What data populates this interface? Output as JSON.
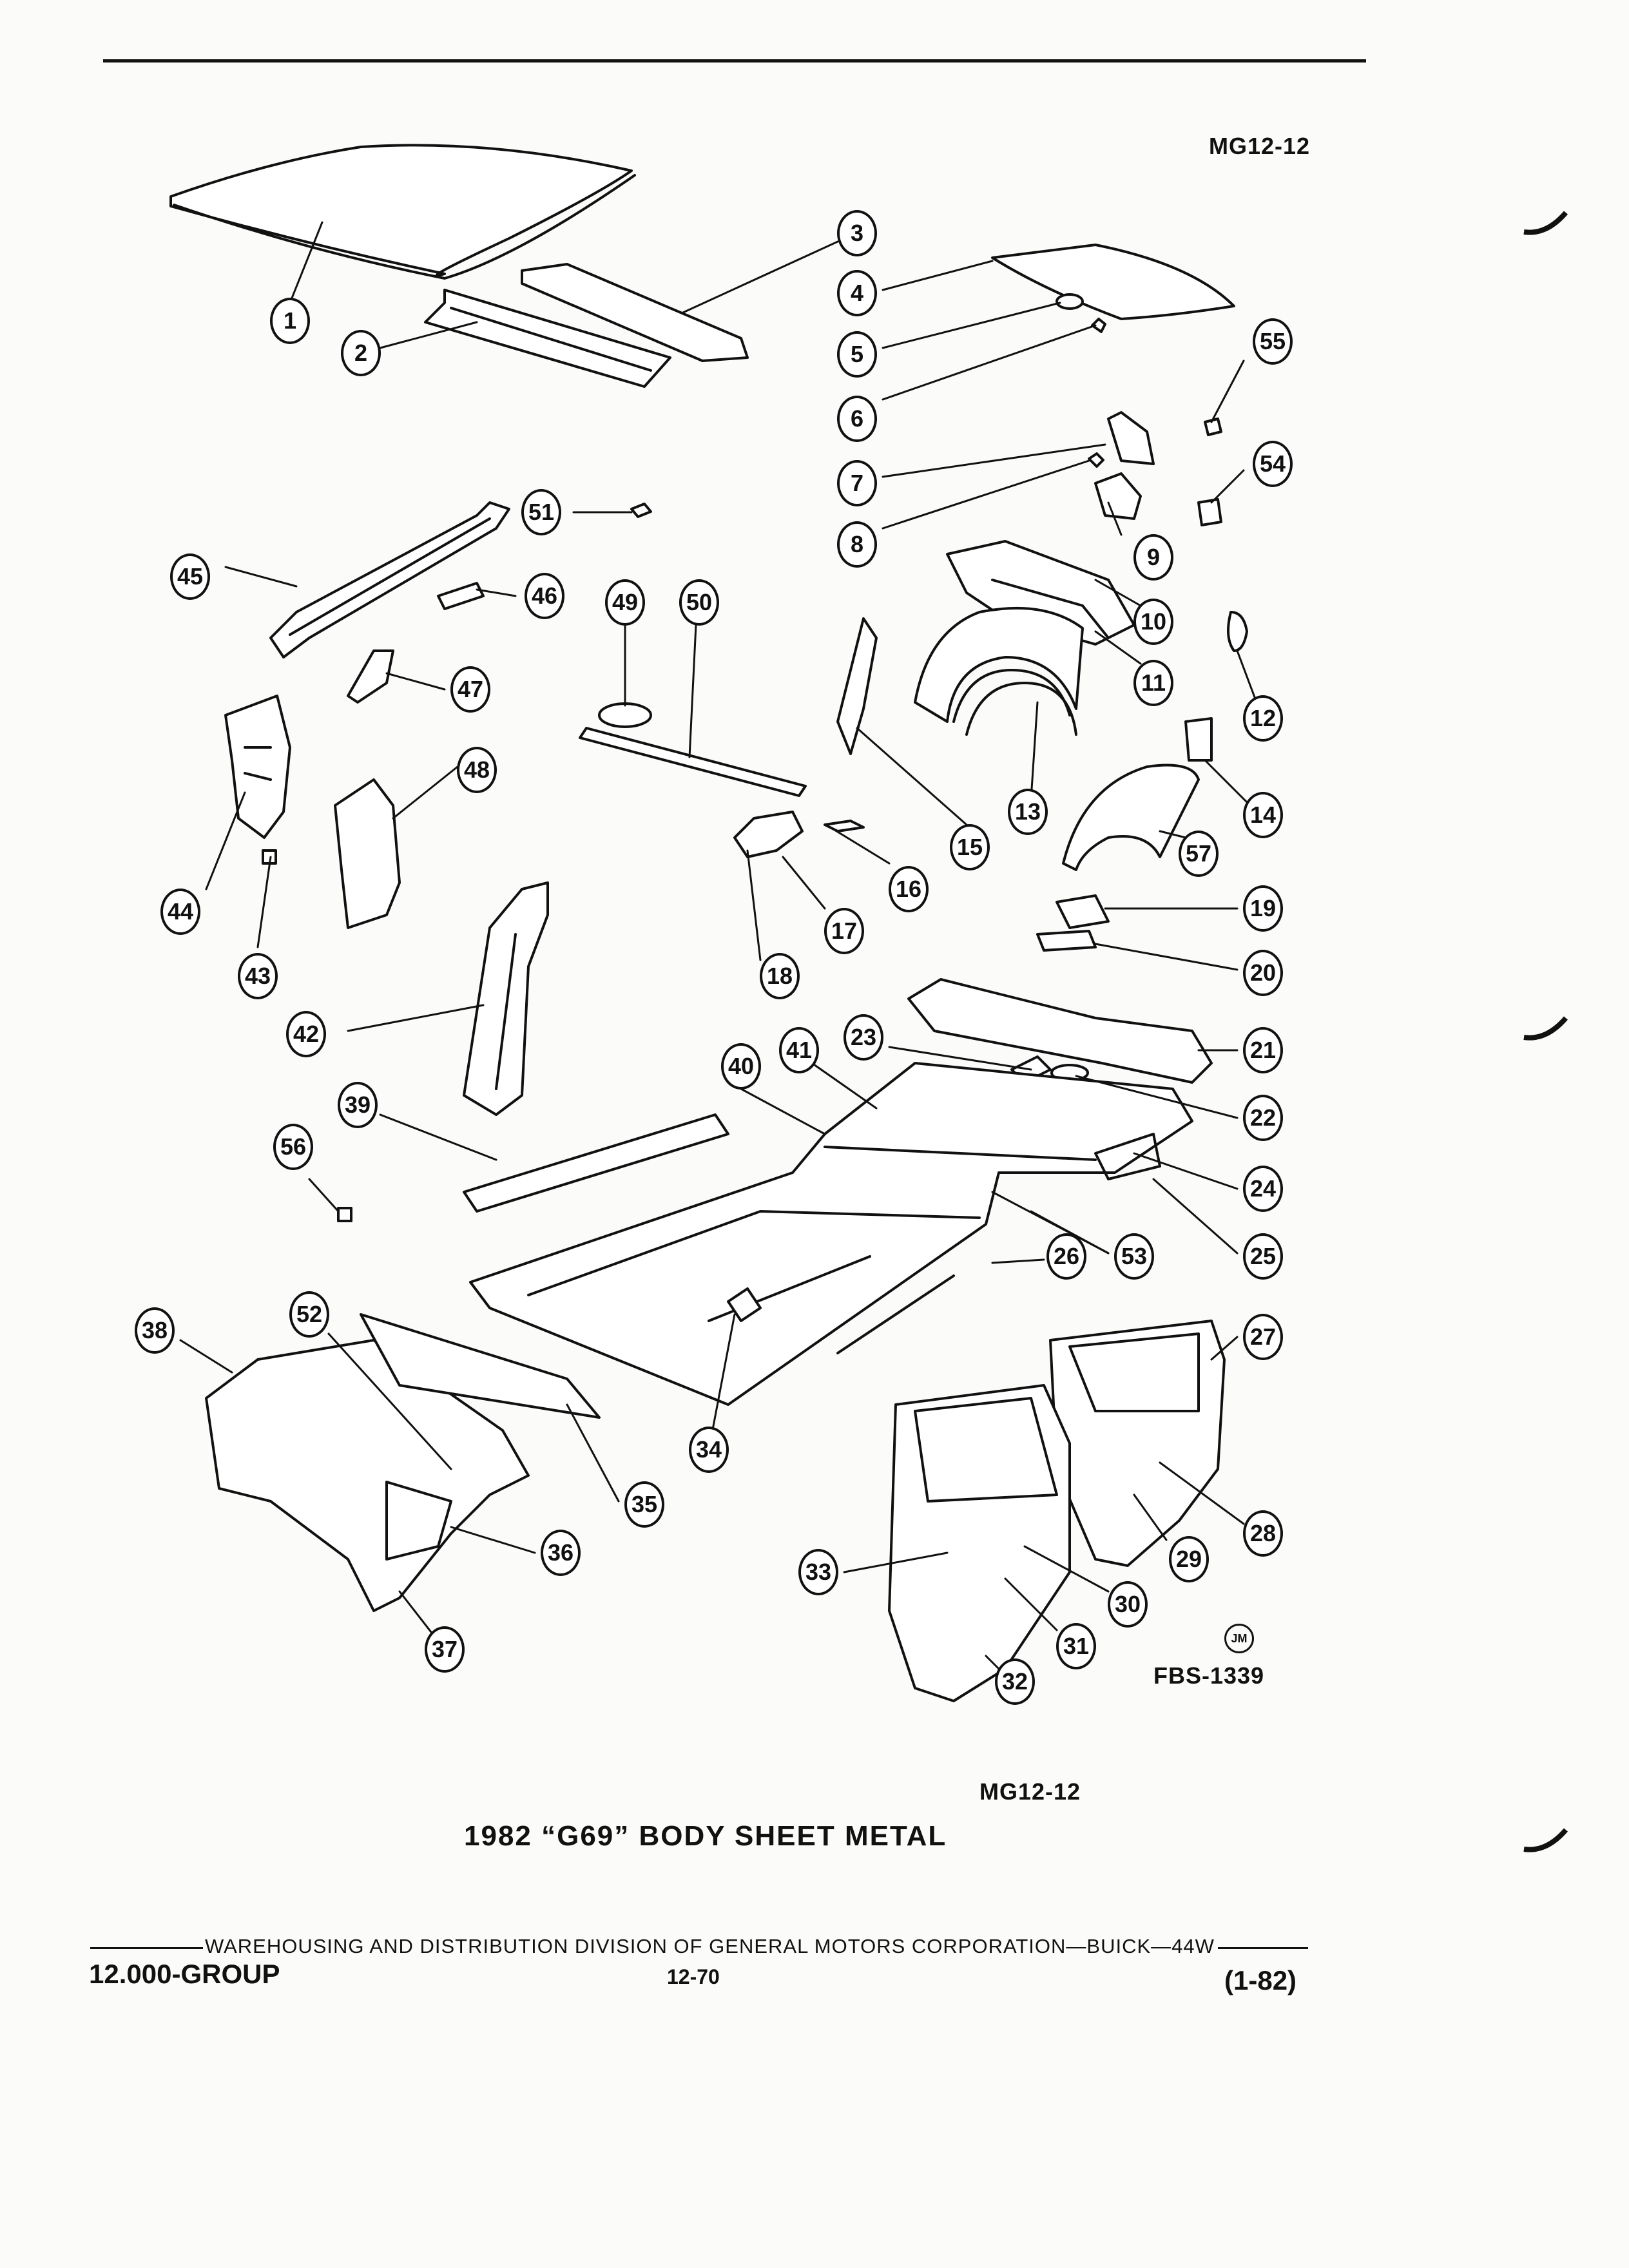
{
  "header": {
    "ref_top": "MG12-12"
  },
  "diagram": {
    "ref_code": "FBS-1339",
    "artist_mark": "JM",
    "callouts": [
      "1",
      "2",
      "3",
      "4",
      "5",
      "6",
      "7",
      "8",
      "9",
      "10",
      "11",
      "12",
      "13",
      "14",
      "15",
      "16",
      "17",
      "18",
      "19",
      "20",
      "21",
      "22",
      "23",
      "24",
      "25",
      "26",
      "27",
      "28",
      "29",
      "30",
      "31",
      "32",
      "33",
      "34",
      "35",
      "36",
      "37",
      "38",
      "39",
      "40",
      "41",
      "42",
      "43",
      "44",
      "45",
      "46",
      "47",
      "48",
      "49",
      "50",
      "51",
      "52",
      "53",
      "54",
      "55",
      "56",
      "57"
    ]
  },
  "caption": {
    "ref_bottom": "MG12-12",
    "title": "1982 “G69” BODY SHEET METAL"
  },
  "footer": {
    "division_text": "WAREHOUSING AND DISTRIBUTION  DIVISION OF GENERAL MOTORS CORPORATION—BUICK—44W",
    "group": "12.000-GROUP",
    "page": "12-70",
    "date": "(1-82)"
  }
}
